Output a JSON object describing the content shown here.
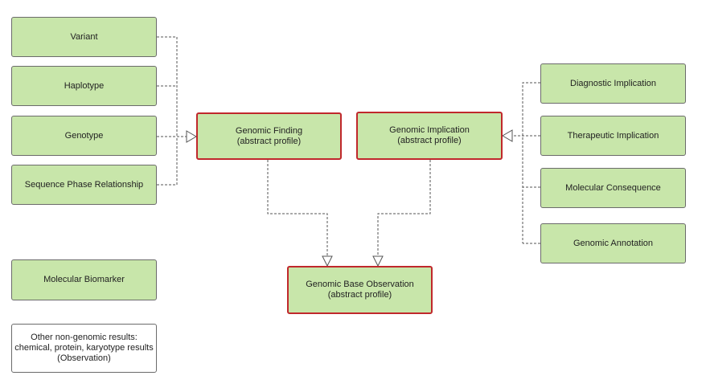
{
  "diagram": {
    "left_profiles": [
      {
        "id": "variant",
        "label": "Variant"
      },
      {
        "id": "haplotype",
        "label": "Haplotype"
      },
      {
        "id": "genotype",
        "label": "Genotype"
      },
      {
        "id": "sequence-phase",
        "label": "Sequence Phase Relationship"
      }
    ],
    "right_profiles": [
      {
        "id": "diagnostic",
        "label": "Diagnostic Implication"
      },
      {
        "id": "therapeutic",
        "label": "Therapeutic Implication"
      },
      {
        "id": "molecular-consequence",
        "label": "Molecular Consequence"
      },
      {
        "id": "genomic-annotation",
        "label": "Genomic Annotation"
      }
    ],
    "genomic_finding": {
      "line1": "Genomic Finding",
      "line2": "(abstract profile)"
    },
    "genomic_implication": {
      "line1": "Genomic Implication",
      "line2": "(abstract profile)"
    },
    "genomic_base": {
      "line1": "Genomic Base Observation",
      "line2": "(abstract profile)"
    },
    "molecular_biomarker": {
      "label": "Molecular Biomarker"
    },
    "other_results": {
      "line1": "Other non-genomic results:",
      "line2": "chemical, protein, karyotype results",
      "line3": "(Observation)"
    },
    "colors": {
      "profile_fill": "#c8e6aa",
      "abstract_border": "#c0282c",
      "connector": "#555555"
    }
  }
}
